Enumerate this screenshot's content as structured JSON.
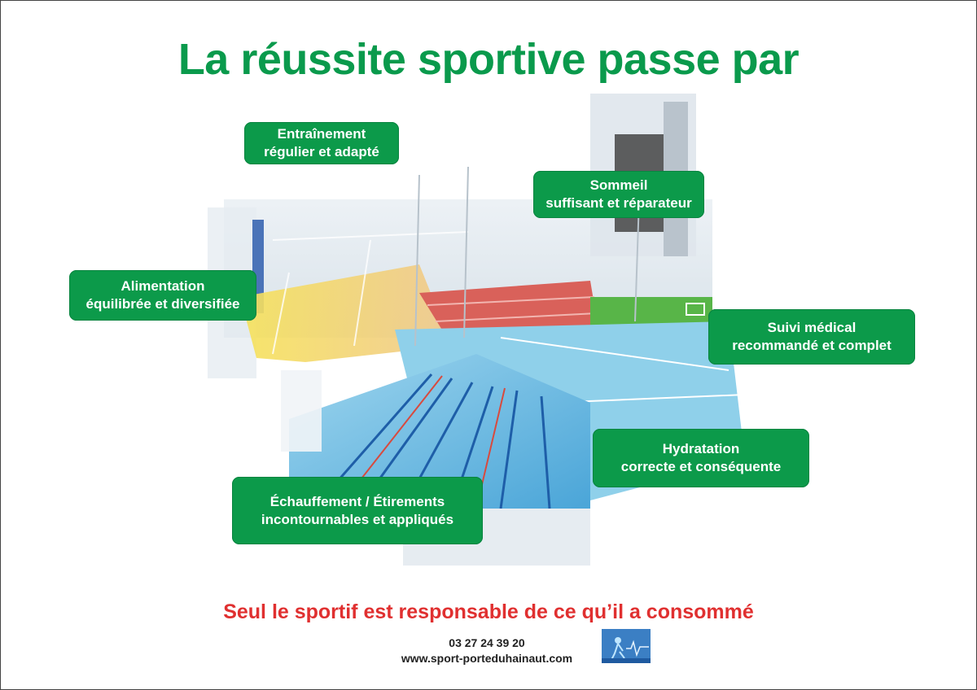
{
  "title": "La réussite sportive passe par",
  "labels": {
    "entrainement": [
      "Entraînement",
      "régulier et adapté"
    ],
    "sommeil": [
      "Sommeil",
      "suffisant et réparateur"
    ],
    "alimentation": [
      "Alimentation",
      "équilibrée et diversifiée"
    ],
    "suivi": [
      "Suivi médical",
      "recommandé et complet"
    ],
    "hydratation": [
      "Hydratation",
      "correcte et conséquente"
    ],
    "echauffement": [
      "Échauffement / Étirements",
      "incontournables et appliqués"
    ]
  },
  "footer": {
    "warning": "Seul le sportif est responsable de ce qu’il a consommé",
    "phone": "03 27 24 39 20",
    "website": "www.sport-porteduhainaut.com"
  },
  "colors": {
    "accent_green": "#0c9a4a",
    "title_green": "#0a9a4c",
    "warning_red": "#e03030"
  }
}
